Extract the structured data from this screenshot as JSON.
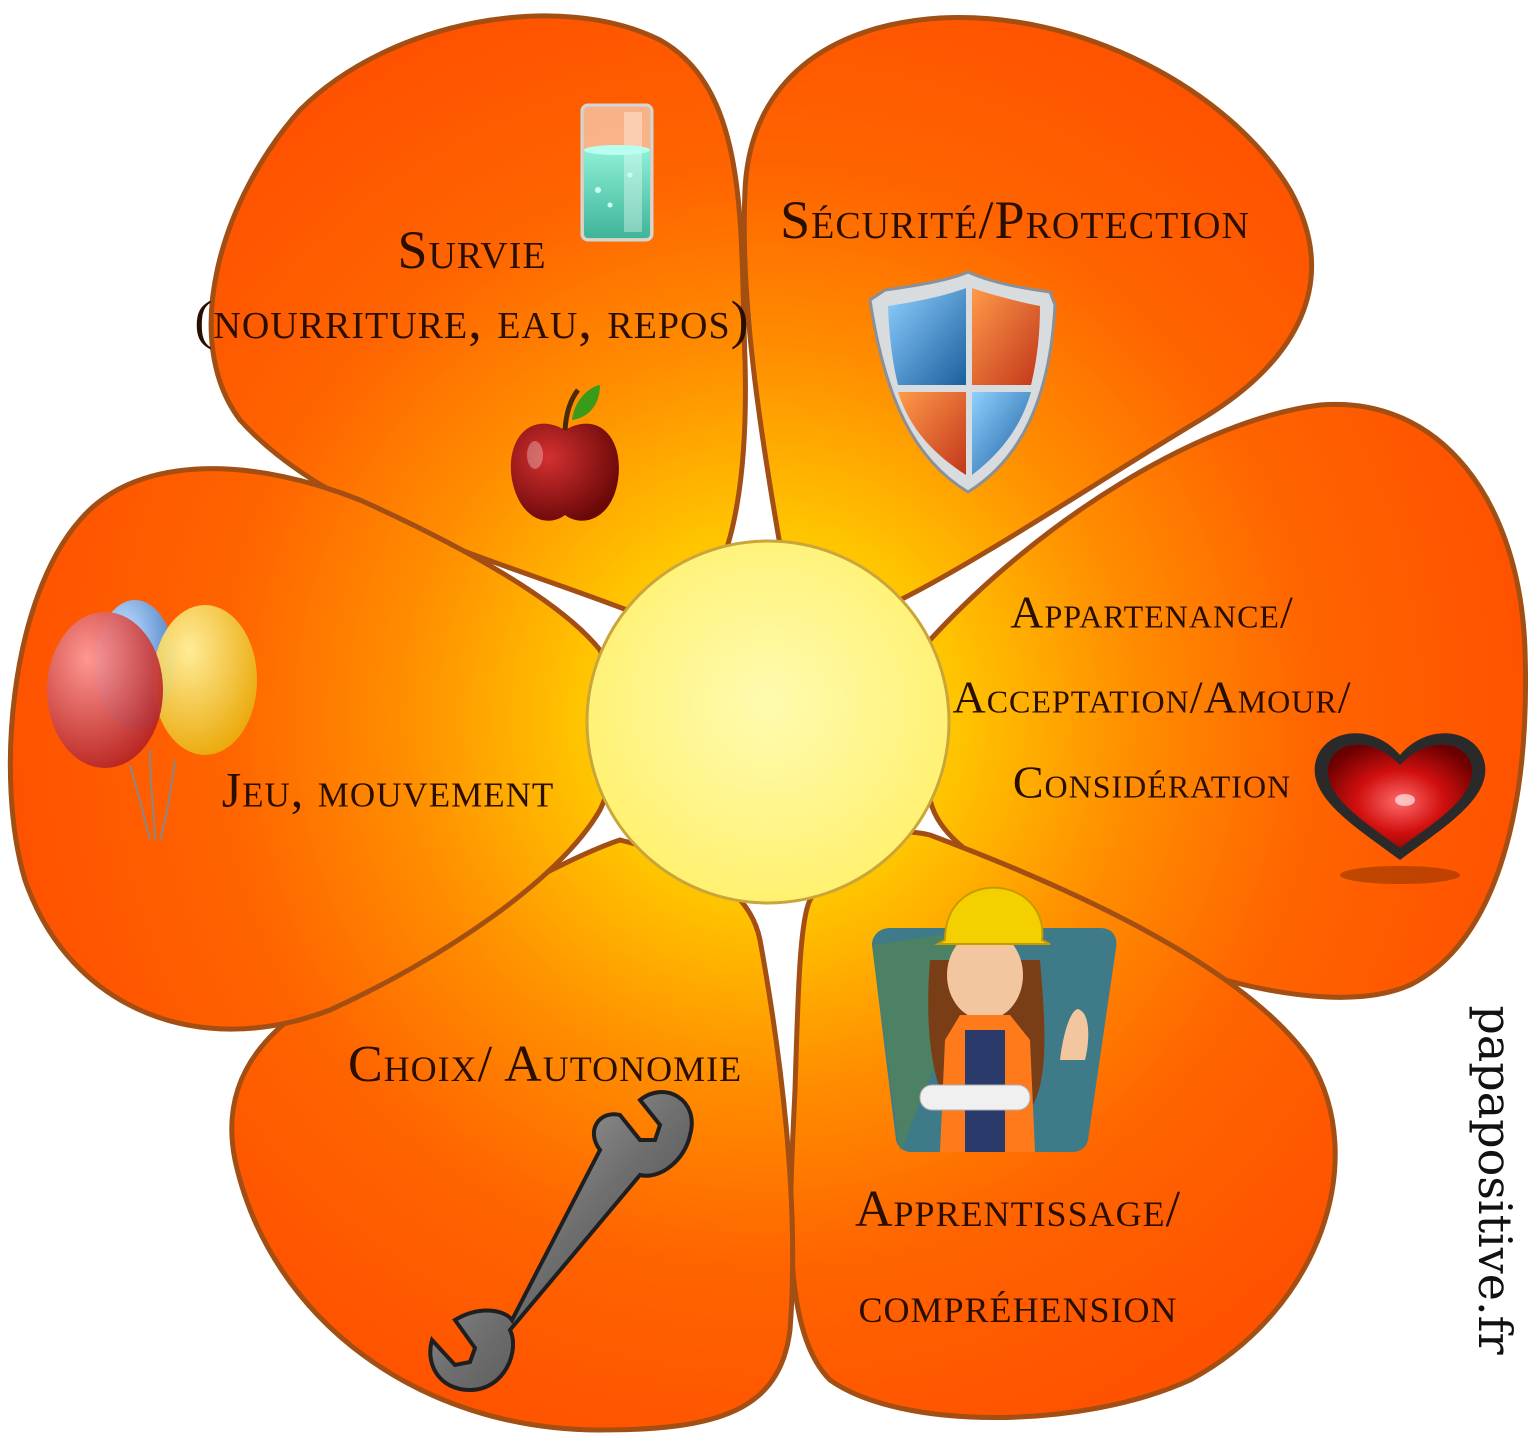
{
  "petals": [
    {
      "id": "survie",
      "lines": [
        "Survie",
        "(nourriture, eau, repos)"
      ],
      "icons": [
        "glass-of-water-icon",
        "apple-icon"
      ]
    },
    {
      "id": "securite",
      "lines": [
        "Sécurité/Protection"
      ],
      "icons": [
        "shield-icon"
      ]
    },
    {
      "id": "appartenance",
      "lines": [
        "Appartenance/",
        "Acceptation/Amour/",
        "Considération"
      ],
      "icons": [
        "heart-icon"
      ]
    },
    {
      "id": "apprentissage",
      "lines": [
        "Apprentissage/",
        "compréhension"
      ],
      "icons": [
        "worker-woman-icon"
      ]
    },
    {
      "id": "choix",
      "lines": [
        "Choix/ Autonomie"
      ],
      "icons": [
        "wrench-icon"
      ]
    },
    {
      "id": "jeu",
      "lines": [
        "Jeu, mouvement"
      ],
      "icons": [
        "balloons-icon"
      ]
    }
  ],
  "watermark": "papapositive.fr",
  "colors": {
    "petal_edge": "#ff5a00",
    "petal_mid": "#ff9500",
    "petal_glow": "#ffd200",
    "petal_stroke": "#a34e12",
    "center_fill": "#fff680",
    "center_stroke": "#c9a53a",
    "text": "#2a0f00"
  }
}
